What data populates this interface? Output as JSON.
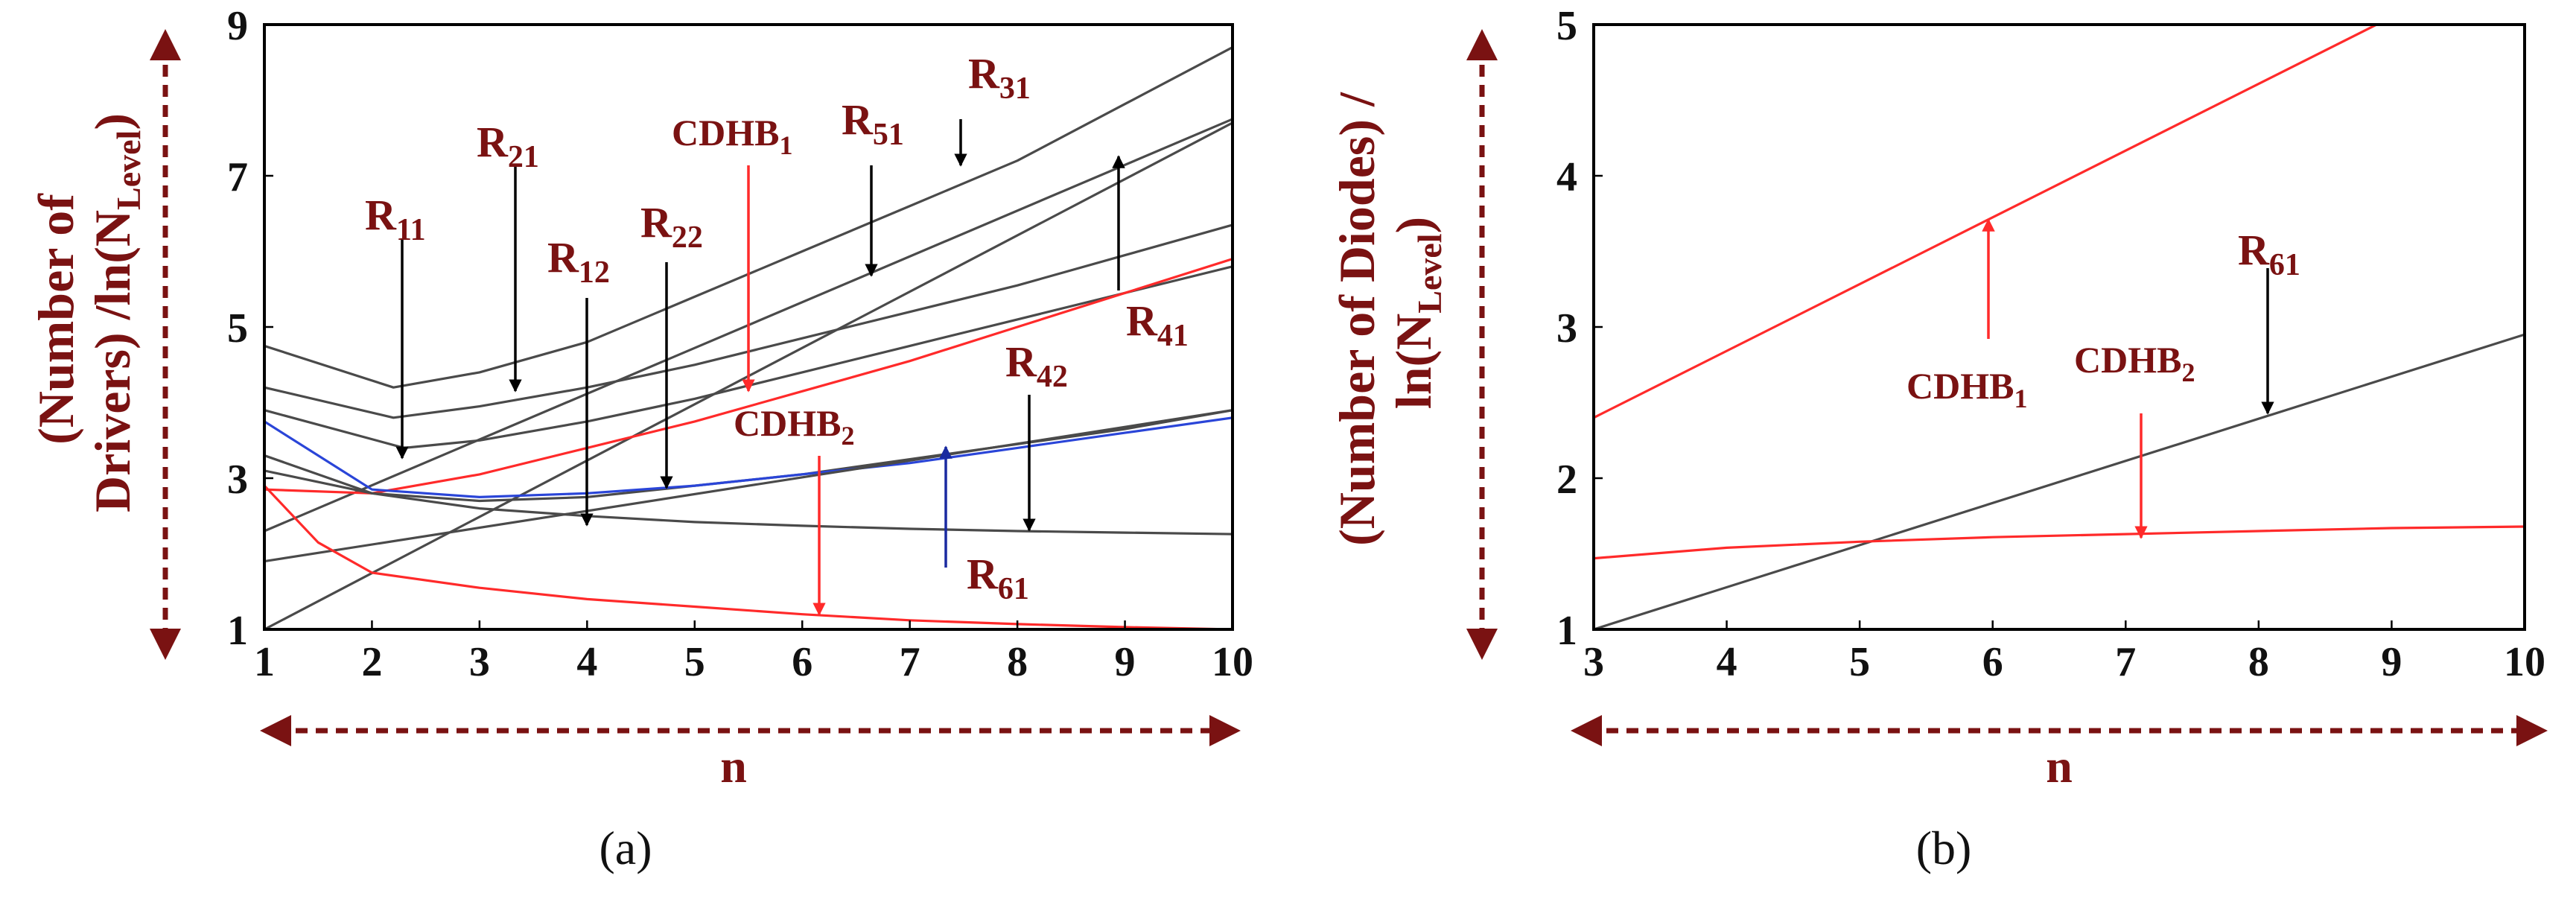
{
  "colors": {
    "gray": "#4a4a4a",
    "red": "#ff2a2a",
    "blue": "#2a45d8",
    "dark_blue": "#1a2aa0",
    "label": "#7a1212",
    "black": "#000000"
  },
  "panels": [
    {
      "id": "a",
      "caption": "(a)",
      "ylabel_line1": "(Number of",
      "ylabel_line2_prefix": "Drivers) /ln(N",
      "ylabel_sub": "Level",
      "ylabel_suffix": ")",
      "xlabel": "n",
      "annotations": [
        {
          "base": "R",
          "sub": "11"
        },
        {
          "base": "R",
          "sub": "21"
        },
        {
          "base": "R",
          "sub": "12"
        },
        {
          "base": "R",
          "sub": "22"
        },
        {
          "base": "CDHB",
          "sub": "1"
        },
        {
          "base": "R",
          "sub": "51"
        },
        {
          "base": "R",
          "sub": "31"
        },
        {
          "base": "R",
          "sub": "41"
        },
        {
          "base": "R",
          "sub": "42"
        },
        {
          "base": "CDHB",
          "sub": "2"
        },
        {
          "base": "R",
          "sub": "61"
        }
      ]
    },
    {
      "id": "b",
      "caption": "(b)",
      "ylabel_line1": "(Number of Diodes) /",
      "ylabel_line2_prefix": "ln(N",
      "ylabel_sub": "Level",
      "ylabel_suffix": ")",
      "xlabel": "n",
      "annotations": [
        {
          "base": "R",
          "sub": "61"
        },
        {
          "base": "CDHB",
          "sub": "1"
        },
        {
          "base": "CDHB",
          "sub": "2"
        }
      ]
    }
  ],
  "chart_data": [
    {
      "type": "line",
      "panel": "a",
      "xlabel": "n",
      "ylabel": "(Number of Drivers) /ln(N_Level)",
      "xlim": [
        1,
        10
      ],
      "ylim": [
        1,
        9
      ],
      "xticks": [
        1,
        2,
        3,
        4,
        5,
        6,
        7,
        8,
        9,
        10
      ],
      "yticks": [
        1,
        3,
        5,
        7,
        9
      ],
      "series": [
        {
          "name": "R31",
          "color": "gray",
          "x": [
            1,
            2.2,
            3,
            4,
            5,
            6,
            7,
            8,
            9,
            10
          ],
          "y": [
            4.75,
            4.2,
            4.4,
            4.8,
            5.4,
            6.0,
            6.6,
            7.2,
            7.95,
            8.7
          ]
        },
        {
          "name": "R21",
          "color": "gray",
          "x": [
            1,
            2.2,
            3,
            4,
            5,
            6,
            7,
            8,
            9,
            10
          ],
          "y": [
            4.2,
            3.8,
            3.95,
            4.2,
            4.5,
            4.85,
            5.2,
            5.55,
            5.95,
            6.35
          ]
        },
        {
          "name": "R51",
          "color": "gray",
          "x": [
            1,
            2.3,
            3,
            4,
            5,
            6,
            7,
            8,
            9,
            10
          ],
          "y": [
            3.9,
            3.4,
            3.5,
            3.75,
            4.05,
            4.4,
            4.75,
            5.1,
            5.45,
            5.8
          ]
        },
        {
          "name": "R11",
          "color": "gray",
          "x": [
            1,
            10
          ],
          "y": [
            2.3,
            7.75
          ]
        },
        {
          "name": "R41",
          "color": "gray",
          "x": [
            1,
            10
          ],
          "y": [
            1.0,
            7.7
          ]
        },
        {
          "name": "CDHB1",
          "color": "red",
          "x": [
            1,
            2,
            3,
            4,
            5,
            6,
            7,
            8,
            9,
            10
          ],
          "y": [
            2.85,
            2.8,
            3.05,
            3.4,
            3.75,
            4.15,
            4.55,
            5.0,
            5.45,
            5.9
          ]
        },
        {
          "name": "R22",
          "color": "gray",
          "x": [
            1,
            2,
            3,
            4,
            5,
            6,
            7,
            8,
            9,
            10
          ],
          "y": [
            3.3,
            2.8,
            2.7,
            2.75,
            2.9,
            3.05,
            3.25,
            3.45,
            3.65,
            3.9
          ]
        },
        {
          "name": "R61",
          "color": "blue",
          "x": [
            1,
            2,
            3,
            4,
            5,
            6,
            7,
            8,
            9,
            10
          ],
          "y": [
            3.75,
            2.85,
            2.75,
            2.8,
            2.9,
            3.05,
            3.2,
            3.4,
            3.6,
            3.8
          ]
        },
        {
          "name": "R42",
          "color": "gray",
          "x": [
            1,
            10
          ],
          "y": [
            1.9,
            3.9
          ]
        },
        {
          "name": "R12",
          "color": "gray",
          "x": [
            1,
            2,
            3,
            4,
            5,
            6,
            7,
            8,
            9,
            10
          ],
          "y": [
            3.1,
            2.8,
            2.6,
            2.5,
            2.42,
            2.37,
            2.33,
            2.3,
            2.28,
            2.26
          ]
        },
        {
          "name": "CDHB2",
          "color": "red",
          "x": [
            1,
            1.5,
            2,
            3,
            4,
            5,
            6,
            7,
            8,
            9,
            10
          ],
          "y": [
            2.9,
            2.15,
            1.75,
            1.55,
            1.4,
            1.3,
            1.2,
            1.12,
            1.07,
            1.03,
            1.0
          ]
        }
      ]
    },
    {
      "type": "line",
      "panel": "b",
      "xlabel": "n",
      "ylabel": "(Number of Diodes) / ln(N_Level)",
      "xlim": [
        3,
        10
      ],
      "ylim": [
        1,
        5
      ],
      "xticks": [
        3,
        4,
        5,
        6,
        7,
        8,
        9,
        10
      ],
      "yticks": [
        1,
        2,
        3,
        4,
        5
      ],
      "series": [
        {
          "name": "CDHB1",
          "color": "red",
          "x": [
            3,
            9.0
          ],
          "y": [
            2.4,
            5.05
          ]
        },
        {
          "name": "R61",
          "color": "gray",
          "x": [
            3,
            10
          ],
          "y": [
            1.0,
            2.95
          ]
        },
        {
          "name": "CDHB2",
          "color": "red",
          "x": [
            3,
            4,
            5,
            6,
            7,
            8,
            9,
            10
          ],
          "y": [
            1.47,
            1.54,
            1.58,
            1.61,
            1.63,
            1.65,
            1.67,
            1.68
          ]
        }
      ]
    }
  ]
}
